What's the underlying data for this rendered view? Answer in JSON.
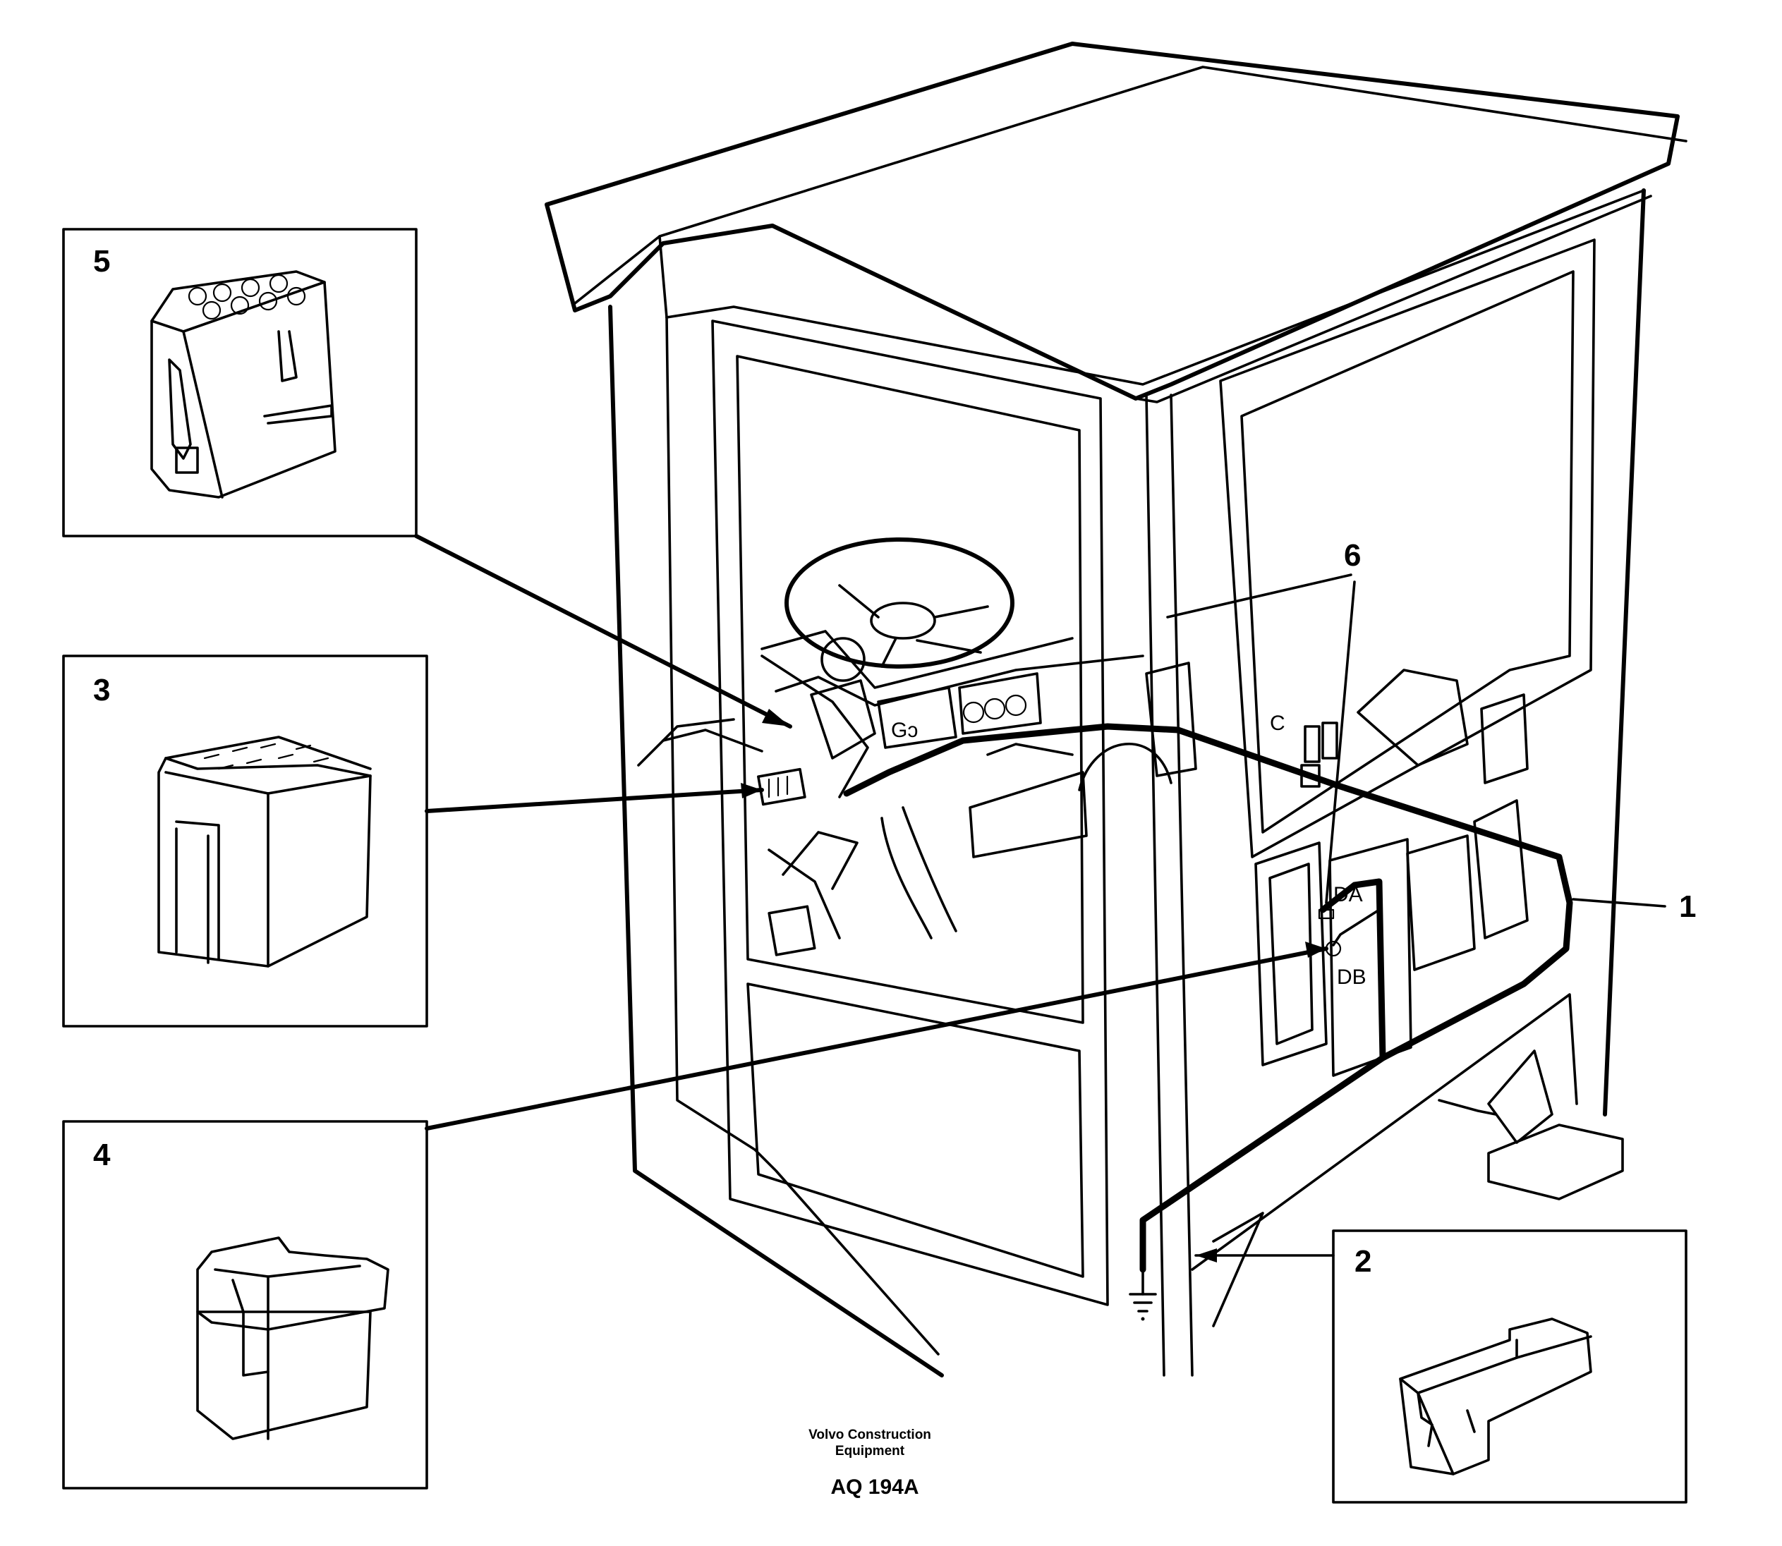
{
  "callouts": {
    "one": "1",
    "two": "2",
    "three": "3",
    "four": "4",
    "five": "5",
    "six": "6"
  },
  "panel_marks": {
    "da": "DA",
    "db": "DB",
    "c": "C",
    "gauge": "Gɔ"
  },
  "footer": {
    "line1": "Volvo Construction",
    "line2": "Equipment",
    "code": "AQ 194A"
  }
}
